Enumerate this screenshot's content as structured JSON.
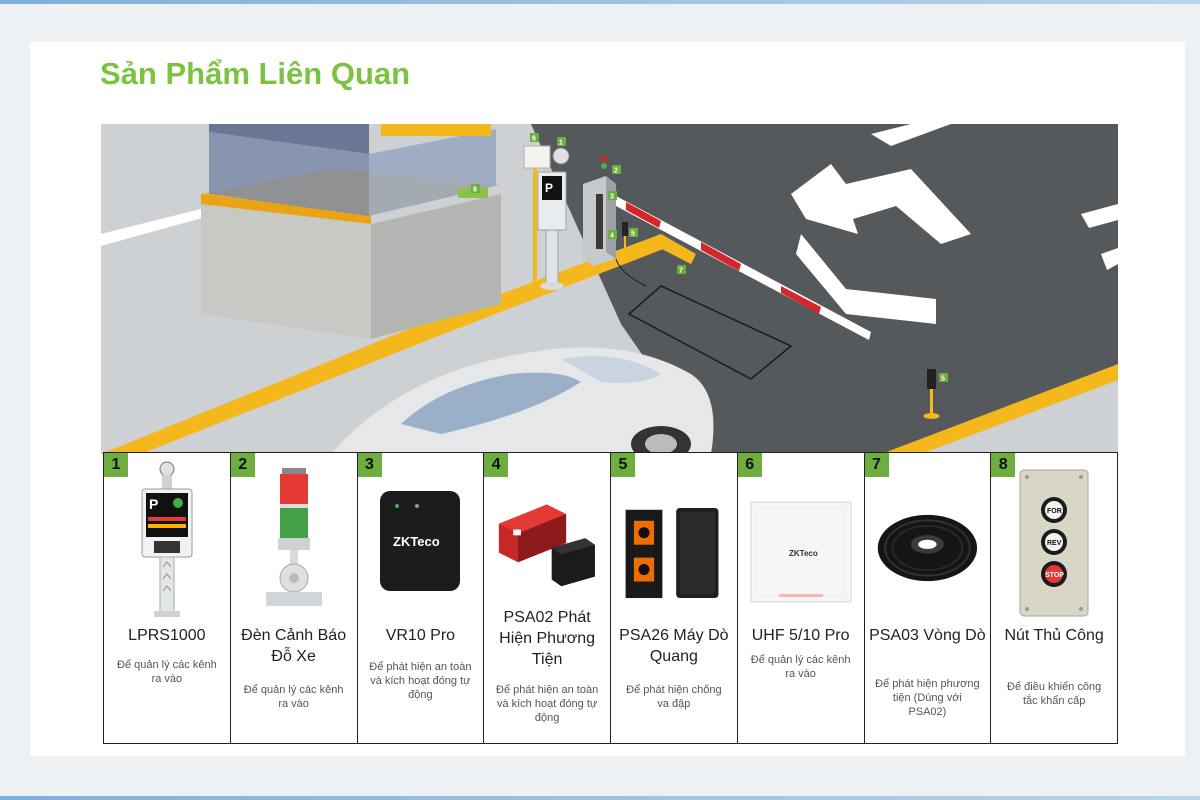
{
  "page": {
    "title": "Sản Phẩm Liên Quan"
  },
  "scene": {
    "callouts": [
      "1",
      "2",
      "3",
      "4",
      "5",
      "6",
      "7",
      "8",
      "5"
    ],
    "display_letter": "P"
  },
  "products": [
    {
      "number": "1",
      "name": "LPRS1000",
      "description": "Để quản lý các kênh ra vào",
      "icon": "lprs-camera-pole-icon"
    },
    {
      "number": "2",
      "name": "Đèn Cảnh Báo Đỗ Xe",
      "description": "Để quản lý các kênh ra vào",
      "icon": "tower-light-icon"
    },
    {
      "number": "3",
      "name": "VR10 Pro",
      "description": "Để phát hiện an toàn và kích hoạt đóng tự động",
      "icon": "radar-sensor-icon",
      "brand": "ZKTeco"
    },
    {
      "number": "4",
      "name": "PSA02 Phát Hiện Phương Tiện",
      "description": "Để phát hiện an toàn và kích hoạt đóng tự động",
      "icon": "loop-detector-icon"
    },
    {
      "number": "5",
      "name": "PSA26 Máy Dò Quang",
      "description": "Để phát hiện chống va đập",
      "icon": "photo-sensor-icon"
    },
    {
      "number": "6",
      "name": "UHF 5/10 Pro",
      "description": "Để quản lý các kênh ra vào",
      "icon": "uhf-reader-icon",
      "brand": "ZKTeco"
    },
    {
      "number": "7",
      "name": "PSA03 Vòng Dò",
      "description": "Để phát hiện phương tiện (Dùng với PSA02)",
      "icon": "loop-cable-icon"
    },
    {
      "number": "8",
      "name": "Nút Thủ Công",
      "description": "Để điều khiển công tắc khẩn cấp",
      "icon": "push-button-box-icon",
      "buttons": [
        "FOR",
        "REV",
        "STOP"
      ]
    }
  ],
  "colors": {
    "accent_green": "#7cc243",
    "badge_green": "#6eae3e",
    "curb_yellow": "#f4b81c",
    "road": "#55595c",
    "barrier_red": "#d5262b"
  }
}
